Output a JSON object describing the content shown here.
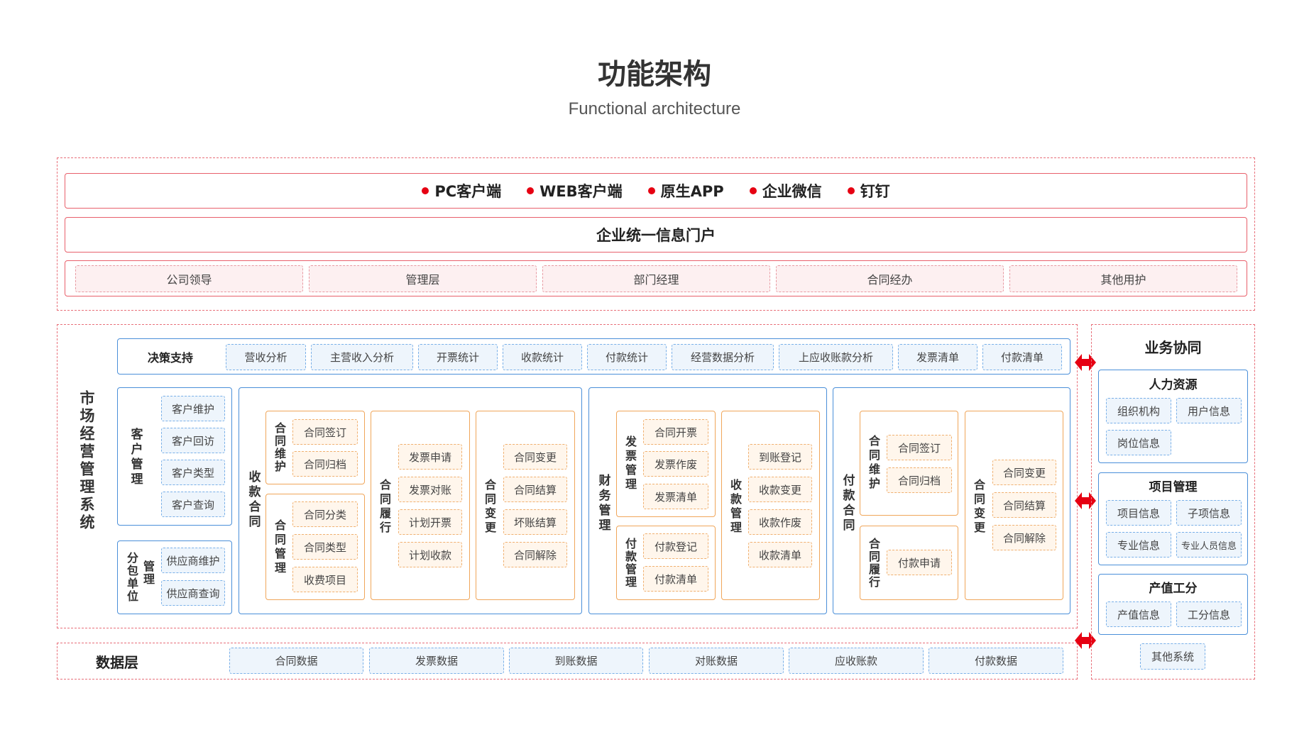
{
  "title": "功能架构",
  "subtitle": "Functional architecture",
  "clients": [
    "PC客户端",
    "WEB客户端",
    "原生APP",
    "企业微信",
    "钉钉"
  ],
  "portal": "企业统一信息门户",
  "roles": [
    "公司领导",
    "管理层",
    "部门经理",
    "合同经办",
    "其他用护"
  ],
  "system_label": "市场经营管理系统",
  "decision": {
    "label": "决策支持",
    "items": [
      "营收分析",
      "主营收入分析",
      "开票统计",
      "收款统计",
      "付款统计",
      "经营数据分析",
      "上应收账款分析",
      "发票清单",
      "付款清单"
    ]
  },
  "customer": {
    "label": "客户管理",
    "items": [
      "客户维护",
      "客户回访",
      "客户类型",
      "客户查询"
    ]
  },
  "subcontract": {
    "label_col1": "分包单位",
    "label_col2": "管理",
    "items": [
      "供应商维护",
      "供应商查询"
    ]
  },
  "receipt_contract": {
    "label": "收款合同",
    "maintain": {
      "label": "合同维护",
      "items": [
        "合同签订",
        "合同归档"
      ]
    },
    "manage": {
      "label": "合同管理",
      "items": [
        "合同分类",
        "合同类型",
        "收费项目"
      ]
    },
    "perform": {
      "label": "合同履行",
      "items": [
        "发票申请",
        "发票对账",
        "计划开票",
        "计划收款"
      ]
    },
    "change": {
      "label": "合同变更",
      "items": [
        "合同变更",
        "合同结算",
        "坏账结算",
        "合同解除"
      ]
    }
  },
  "finance": {
    "label": "财务管理",
    "invoice": {
      "label": "发票管理",
      "items": [
        "合同开票",
        "发票作废",
        "发票清单"
      ]
    },
    "payment": {
      "label": "付款管理",
      "items": [
        "付款登记",
        "付款清单"
      ]
    },
    "receipt": {
      "label": "收款管理",
      "items": [
        "到账登记",
        "收款变更",
        "收款作废",
        "收款清单"
      ]
    }
  },
  "payment_contract": {
    "label": "付款合同",
    "maintain": {
      "label": "合同维护",
      "items": [
        "合同签订",
        "合同归档"
      ]
    },
    "perform": {
      "label": "合同履行",
      "items": [
        "付款申请"
      ]
    },
    "change": {
      "label": "合同变更",
      "items": [
        "合同变更",
        "合同结算",
        "合同解除"
      ]
    }
  },
  "data_layer": {
    "label": "数据层",
    "items": [
      "合同数据",
      "发票数据",
      "到账数据",
      "对账数据",
      "应收账款",
      "付款数据"
    ]
  },
  "collab": {
    "title": "业务协同",
    "hr": {
      "label": "人力资源",
      "items": [
        "组织机构",
        "用户信息",
        "岗位信息"
      ]
    },
    "project": {
      "label": "项目管理",
      "items": [
        "项目信息",
        "子项信息",
        "专业信息",
        "专业人员信息"
      ]
    },
    "output": {
      "label": "产值工分",
      "items": [
        "产值信息",
        "工分信息"
      ]
    },
    "other": "其他系统"
  },
  "colors": {
    "red": "#e60012",
    "red_border": "#e8606b",
    "blue_border": "#4a8fd9",
    "orange_border": "#f0a65a"
  }
}
